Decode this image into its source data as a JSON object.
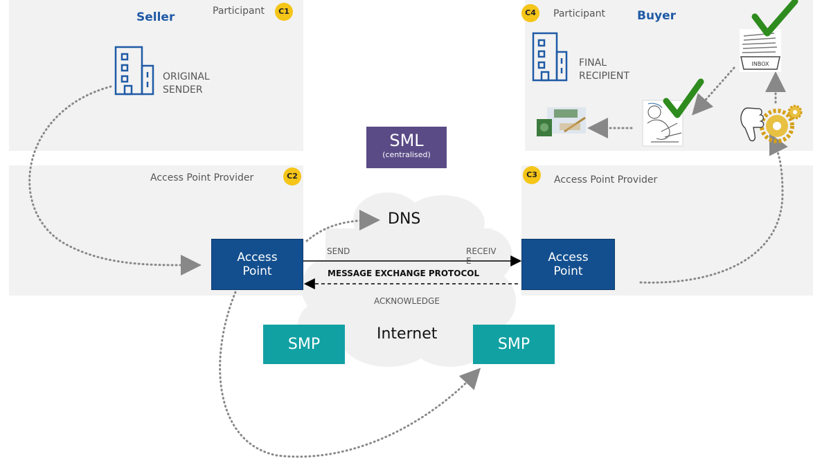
{
  "c1": {
    "role": "Seller",
    "participant": "Participant",
    "badge": "C1",
    "building_line1": "ORIGINAL",
    "building_line2": "SENDER"
  },
  "c2": {
    "title": "Access Point Provider",
    "badge": "C2",
    "ap_line1": "Access",
    "ap_line2": "Point"
  },
  "c3": {
    "title": "Access Point Provider",
    "badge": "C3",
    "ap_line1": "Access",
    "ap_line2": "Point"
  },
  "c4": {
    "role": "Buyer",
    "participant": "Participant",
    "badge": "C4",
    "building_line1": "FINAL",
    "building_line2": "RECIPIENT",
    "inbox_label": "INBOX"
  },
  "sml": {
    "title": "SML",
    "subtitle": "(centralised)"
  },
  "dns": "DNS",
  "internet": "Internet",
  "smp_left": "SMP",
  "smp_right": "SMP",
  "protocol": {
    "send": "SEND",
    "receive_line1": "RECEIV",
    "receive_line2": "E",
    "name": "MESSAGE EXCHANGE PROTOCOL",
    "acknowledge": "ACKNOWLEDGE"
  },
  "colors": {
    "accent_blue": "#1f5aa6",
    "access_point": "#134f8f",
    "smp": "#12a1a3",
    "sml": "#5a4b86",
    "badge": "#f5c518",
    "panel": "#f2f2f2",
    "cloud": "#f0f0f0",
    "check": "#2e8b1e"
  },
  "icons": [
    "building-icon",
    "inbox-icon",
    "checkmark-icon",
    "handwriting-icon",
    "money-icon",
    "gear-icon",
    "thumbs-down-icon"
  ]
}
